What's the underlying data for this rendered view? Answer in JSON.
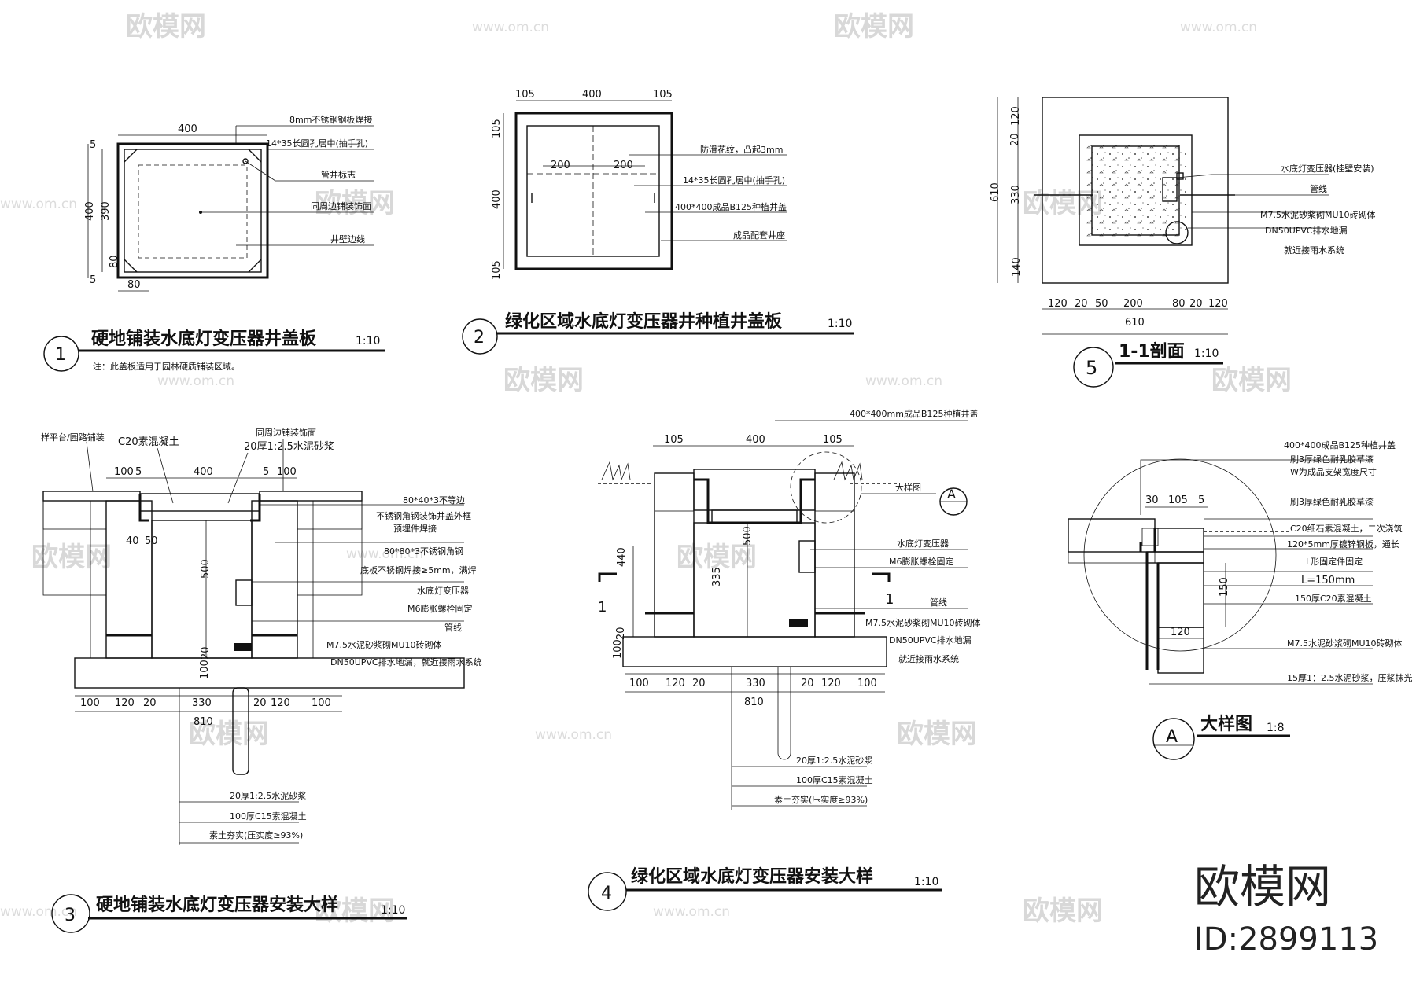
{
  "watermark": {
    "brand": "欧模网",
    "url": "www.om.cn"
  },
  "logo": {
    "name": "欧模网",
    "id": "ID:2899113"
  },
  "d1": {
    "num": "1",
    "title": "硬地铺装水底灯变压器井盖板",
    "scale": "1:10",
    "note": "注：此盖板适用于园林硬质铺装区域。",
    "dim_top": "400",
    "dim_left_outer": "400",
    "dim_left_inner": "390",
    "dim_5a": "5",
    "dim_80v": "80",
    "dim_5b": "5",
    "dim_80h": "80",
    "labels": [
      "8mm不锈钢钢板焊接",
      "14*35长圆孔居中(抽手孔)",
      "管井标志",
      "同周边铺装饰面",
      "井壁边线"
    ]
  },
  "d2": {
    "num": "2",
    "title": "绿化区域水底灯变压器井种植井盖板",
    "scale": "1:10",
    "dim_top": [
      "105",
      "400",
      "105"
    ],
    "dim_left": [
      "105",
      "400",
      "105"
    ],
    "dim_inner": [
      "200",
      "200"
    ],
    "labels": [
      "防滑花纹，凸起3mm",
      "14*35长圆孔居中(抽手孔)",
      "400*400成品B125种植井盖",
      "成品配套井座"
    ]
  },
  "d5": {
    "num": "5",
    "title": "1-1剖面",
    "scale": "1:10",
    "dim_left": [
      "120",
      "20",
      "330",
      "140"
    ],
    "dim_total": "610",
    "dim_bottom": [
      "120",
      "20",
      "50",
      "200",
      "80",
      "20",
      "120"
    ],
    "dim_bottom_total": "610",
    "labels": [
      "水底灯变压器(挂壁安装)",
      "管线",
      "M7.5水泥砂浆砌MU10砖砌体",
      "DN50UPVC排水地漏",
      "就近接雨水系统"
    ]
  },
  "d3": {
    "num": "3",
    "title": "硬地铺装水底灯变压器安装大样",
    "scale": "1:10",
    "top_labels": [
      "样平台/园路铺装",
      "C20素混凝土",
      "同周边铺装饰面",
      "20厚1:2.5水泥砂浆"
    ],
    "dim_top": [
      "100",
      "5",
      "400",
      "5",
      "100"
    ],
    "dim_40": "40",
    "dim_50": "50",
    "dim_500": "500",
    "dim_100": "100",
    "dim_20": "20",
    "right_labels": [
      "80*40*3不等边",
      "不锈钢角钢装饰井盖外框",
      "预埋件焊接",
      "80*80*3不锈钢角钢",
      "底板不锈钢焊接≥5mm，满焊",
      "水底灯变压器",
      "M6膨胀螺栓固定",
      "管线",
      "M7.5水泥砂浆砌MU10砖砌体",
      "DN50UPVC排水地漏，就近接雨水系统"
    ],
    "dim_bottom": [
      "100",
      "120",
      "20",
      "330",
      "20",
      "120",
      "100"
    ],
    "dim_total": "810",
    "base_labels": [
      "20厚1:2.5水泥砂浆",
      "100厚C15素混凝土",
      "素土夯实(压实度≥93%)"
    ]
  },
  "d4": {
    "num": "4",
    "title": "绿化区域水底灯变压器安装大样",
    "scale": "1:10",
    "top_label": "400*400mm成品B125种植井盖",
    "dim_top": [
      "105",
      "400",
      "105"
    ],
    "detail_label": "大样图",
    "detail_ref": "A",
    "dim_440": "440",
    "dim_500": "500",
    "dim_335": "335",
    "dim_100": "100",
    "dim_20": "20",
    "section_mark": "1",
    "right_labels": [
      "水底灯变压器",
      "M6膨胀螺栓固定",
      "管线",
      "M7.5水泥砂浆砌MU10砖砌体",
      "DN50UPVC排水地漏",
      "就近接雨水系统"
    ],
    "dim_bottom": [
      "100",
      "120",
      "20",
      "330",
      "20",
      "120",
      "100"
    ],
    "dim_total": "810",
    "base_labels": [
      "20厚1:2.5水泥砂浆",
      "100厚C15素混凝土",
      "素土夯实(压实度≥93%)"
    ]
  },
  "dA": {
    "ref": "A",
    "title": "大样图",
    "scale": "1:8",
    "dim_top": [
      "30",
      "105",
      "5"
    ],
    "dim_150": "150",
    "dim_120": "120",
    "labels": [
      "400*400成品B125种植井盖",
      "刷3厚绿色耐乳胶草漆",
      "W为成品支架宽度尺寸",
      "刷3厚绿色耐乳胶草漆",
      "C20细石素混凝土，二次浇筑",
      "120*5mm厚镀锌钢板，通长",
      "L形固定件固定",
      "L=150mm",
      "150厚C20素混凝土",
      "M7.5水泥砂浆砌MU10砖砌体",
      "15厚1：2.5水泥砂浆，压浆抹光"
    ]
  }
}
